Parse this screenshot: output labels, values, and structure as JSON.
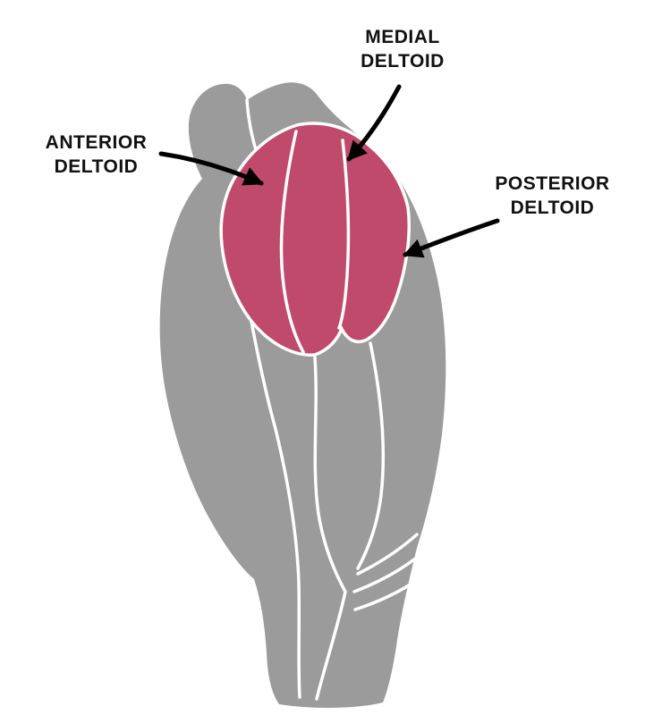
{
  "diagram": {
    "labels": {
      "medial": {
        "line1": "MEDIAL",
        "line2": "DELTOID"
      },
      "anterior": {
        "line1": "ANTERIOR",
        "line2": "DELTOID"
      },
      "posterior": {
        "line1": "POSTERIOR",
        "line2": "DELTOID"
      }
    },
    "colors": {
      "body": "#9b9b9b",
      "muscle_highlight": "#c04a6b",
      "separator_line": "#ffffff",
      "arrow": "#000000",
      "label_text": "#111111",
      "background": "#ffffff"
    }
  }
}
